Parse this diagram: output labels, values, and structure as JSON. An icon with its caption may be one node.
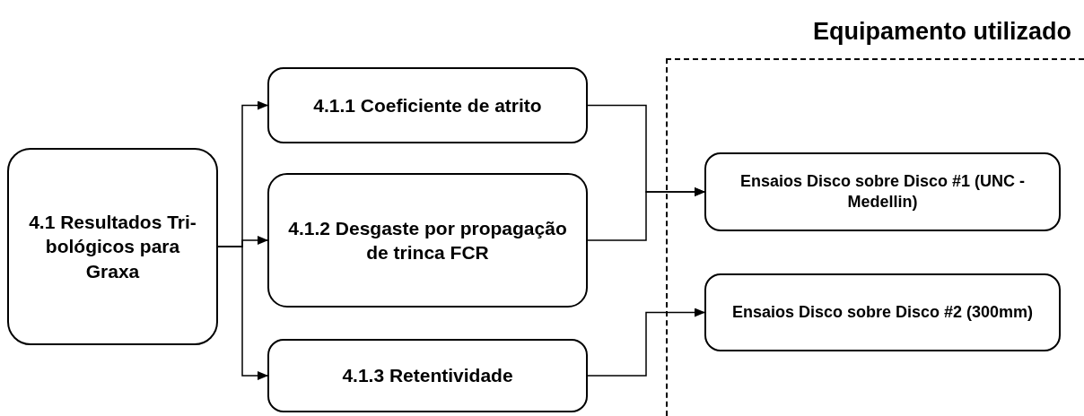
{
  "diagram": {
    "nodes": [
      {
        "text": [
          "4.1 Resultados Tri-bológicos para Graxa"
        ]
      },
      {
        "text": [
          "4.1.1 Coeficiente de atrito"
        ]
      },
      {
        "text": [
          "4.1.2 Desgaste por propagação de trinca FCR"
        ]
      },
      {
        "text": [
          "4.1.3 Retentividade"
        ]
      },
      {
        "text": [
          "Equipamento utilizado"
        ]
      },
      {
        "text": [
          "Ensaios Disco sobre Disco #1 (UNC - Medellin)"
        ],
        "in": 4
      },
      {
        "text": [
          "Ensaios Disco sobre Disco #2 (300mm)"
        ],
        "in": 4
      }
    ],
    "edges": [
      {
        "from": 0,
        "to": 1,
        "arrow": "to"
      },
      {
        "from": 0,
        "to": 2,
        "arrow": "to"
      },
      {
        "from": 0,
        "to": 3,
        "arrow": "to"
      },
      {
        "from": 1,
        "to": 5,
        "arrow": "to"
      },
      {
        "from": 2,
        "to": 5,
        "arrow": "to"
      },
      {
        "from": 3,
        "to": 6,
        "arrow": "to"
      }
    ]
  }
}
